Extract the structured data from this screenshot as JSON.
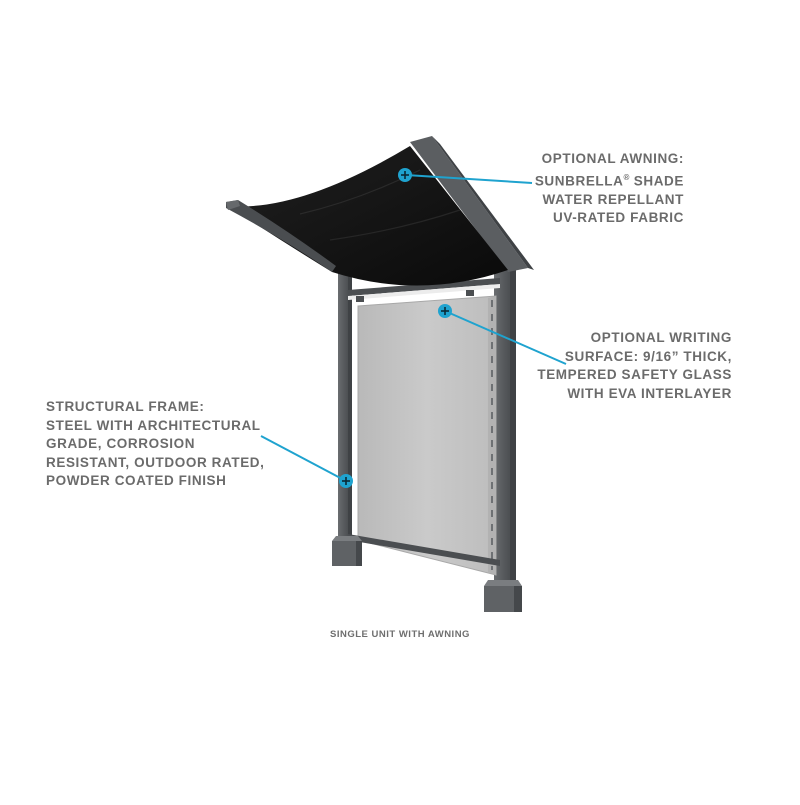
{
  "callouts": {
    "awning": {
      "lines": [
        "OPTIONAL AWNING:",
        "SUNBRELLA",
        "SHADE",
        "WATER REPELLANT",
        "UV-RATED FABRIC"
      ],
      "registered_mark": "®"
    },
    "writing_surface": {
      "lines": [
        "OPTIONAL WRITING",
        "SURFACE: 9/16” THICK,",
        "TEMPERED SAFETY GLASS",
        "WITH EVA INTERLAYER"
      ]
    },
    "frame": {
      "lines": [
        "STRUCTURAL FRAME:",
        "STEEL WITH ARCHITECTURAL",
        "GRADE, CORROSION",
        "RESISTANT, OUTDOOR RATED,",
        "POWDER COATED FINISH"
      ]
    }
  },
  "caption": "SINGLE UNIT WITH AWNING",
  "colors": {
    "accent": "#1fa3cf",
    "frame": "#55585b",
    "frame_dark": "#3f4245",
    "frame_light": "#6e7174",
    "awning": "#141414",
    "glass": "#c6c6c6",
    "text": "#6b6b6b"
  },
  "icons": [
    "plus-marker-icon"
  ]
}
